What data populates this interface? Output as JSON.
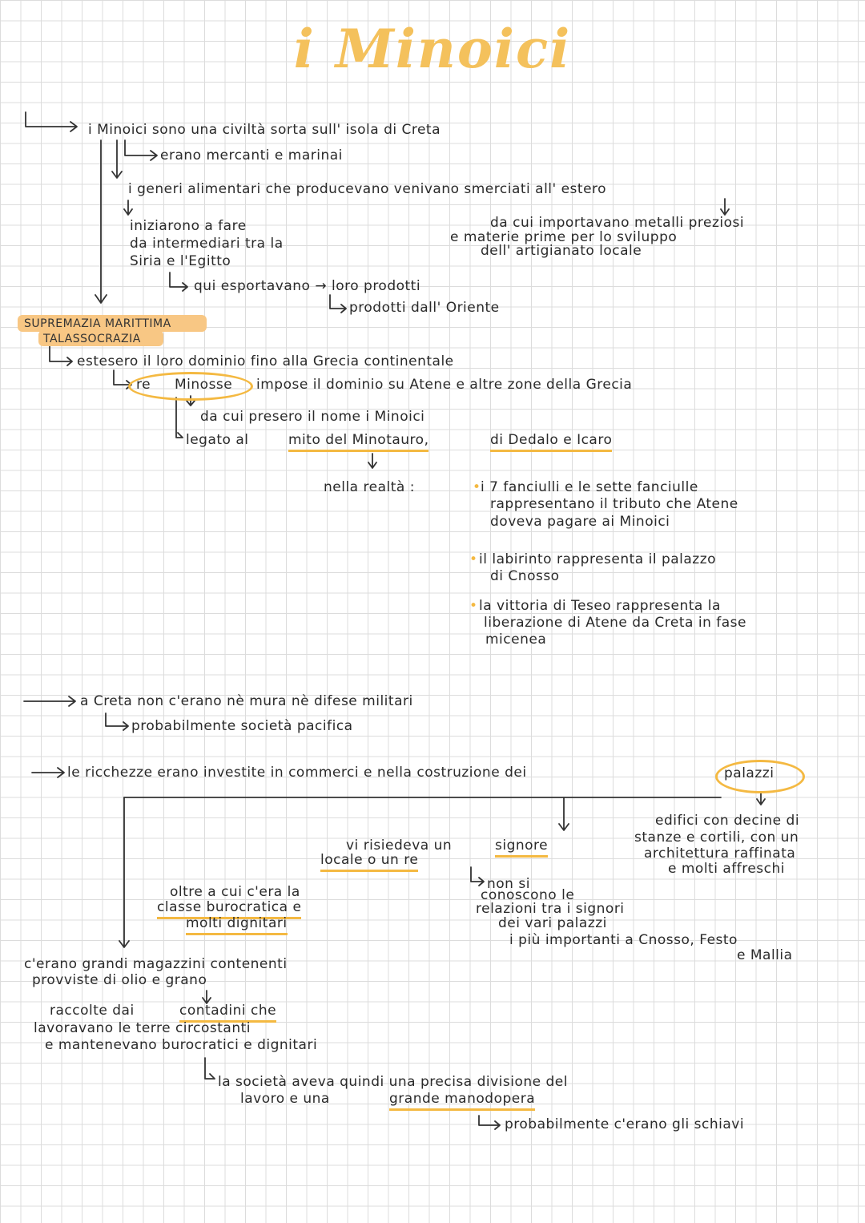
{
  "title": "i Minoici",
  "intro": {
    "l1": "i Minoici sono una civiltà sorta sull' isola di Creta",
    "l2": "erano mercanti e marinai",
    "l3": "i generi alimentari che producevano venivano smerciati all' estero",
    "left": [
      "iniziarono a fare",
      "da intermediari tra la",
      "Siria e l'Egitto"
    ],
    "right": [
      "da cui importavano metalli preziosi",
      "e materie prime per lo sviluppo",
      "dell' artigianato locale"
    ],
    "qui": "qui esportavano → loro prodotti",
    "prod": "prodotti dall' Oriente"
  },
  "highlight": {
    "l1": "SUPREMAZIA MARITTIMA",
    "l2": "TALASSOCRAZIA"
  },
  "expansion": {
    "l1": "estesero il loro dominio fino alla Grecia continentale",
    "re": "re",
    "minosse": "Minosse",
    "l2rest": "impose il dominio su Atene e altre zone della Grecia",
    "l3": "da cui presero il nome i Minoici",
    "l4a": "legato al",
    "l4b": "mito del Minotauro,",
    "l4c": "di Dedalo e Icaro"
  },
  "reality": {
    "label": "nella realtà :",
    "b1": [
      "i 7 fanciulli e le sette fanciulle",
      "rappresentano il tributo che Atene",
      "doveva pagare ai Minoici"
    ],
    "b2": [
      "il labirinto rappresenta il palazzo",
      "di Cnosso"
    ],
    "b3": [
      "la vittoria di Teseo rappresenta la",
      "liberazione di Atene da Creta in fase",
      "micenea"
    ]
  },
  "crete": {
    "l1": "a Creta non c'erano nè mura nè difese militari",
    "l2": "probabilmente società pacifica"
  },
  "wealth": {
    "l1": "le ricchezze erano investite in commerci e nella costruzione dei",
    "palazzi": "palazzi"
  },
  "palazzi_desc": [
    "edifici con decine di",
    "stanze e cortili, con un",
    "architettura raffinata",
    "e molti affreschi"
  ],
  "signore": {
    "l1a": "vi risiedeva un",
    "l1b": "signore",
    "l2": "locale o un re"
  },
  "relazioni": [
    "non si",
    "conoscono le",
    "relazioni tra i signori",
    "dei vari palazzi",
    "i più importanti a Cnosso, Festo",
    "e Mallia"
  ],
  "classe": {
    "l1": "oltre a cui c'era la",
    "l2": "classe burocratica e",
    "l3": "molti dignitari"
  },
  "magazzini": {
    "l1": "c'erano grandi magazzini contenenti",
    "l2": "provviste di olio e grano"
  },
  "raccolte": {
    "l1": "raccolte dai",
    "l1b": "contadini che",
    "l2": "lavoravano le terre circostanti",
    "l3": "e mantenevano burocratici e dignitari"
  },
  "societa": {
    "l1": "la società aveva quindi una precisa divisione del",
    "l2a": "lavoro e una",
    "l2b": "grande manodopera",
    "l3": "probabilmente c'erano gli schiavi"
  }
}
